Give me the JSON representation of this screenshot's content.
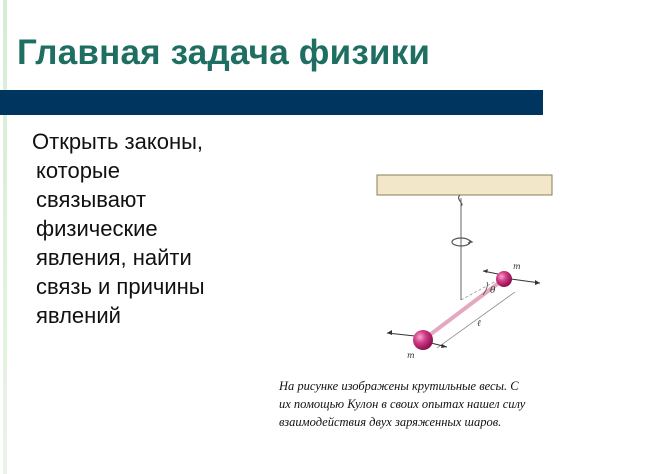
{
  "slide": {
    "title": "Главная задача физики",
    "body_lines": [
      "Открыть законы,",
      "которые",
      "связывают",
      "физические",
      "явления, найти",
      "связь и причины",
      "явлений"
    ]
  },
  "figure": {
    "labels": {
      "mass_top": "m",
      "mass_bottom": "m",
      "angle": "θ",
      "length": "ℓ"
    },
    "caption_lines": [
      "На рисунке изображены крутильные весы. С",
      "их помощью Кулон в своих опытах нашел силу",
      "взаимодействия двух заряженных шаров."
    ]
  },
  "colors": {
    "title": "#1f6e62",
    "bar": "#00355f",
    "ceiling": "#f3e7c9",
    "sphere": "#c4206f",
    "rod": "#e4a9c0"
  }
}
